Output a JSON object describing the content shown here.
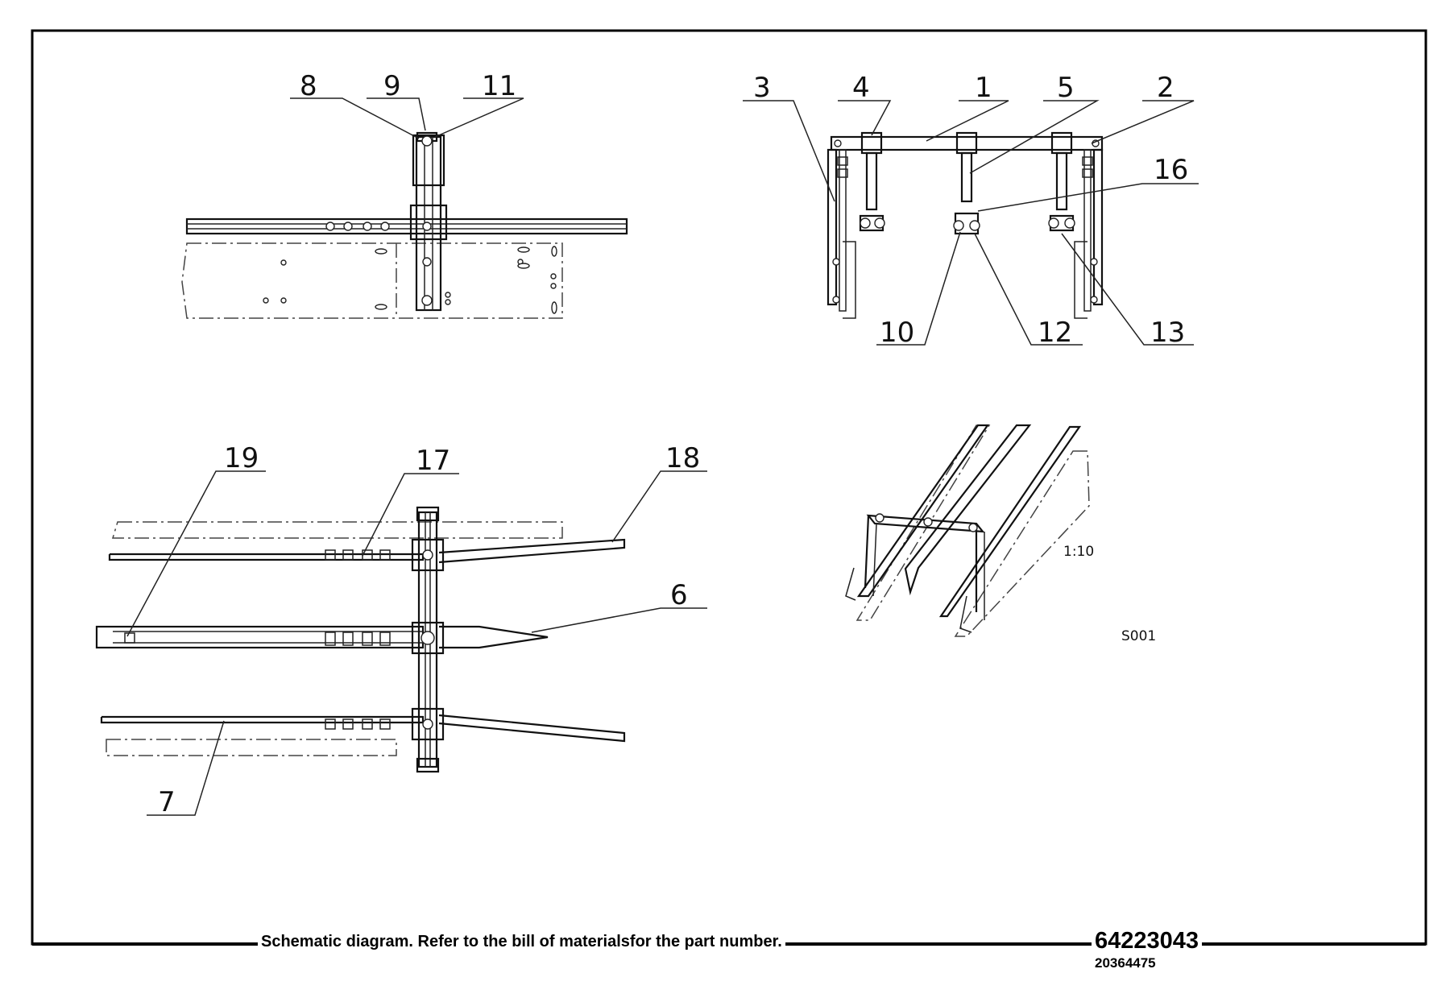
{
  "labels": {
    "l1": "1",
    "l2": "2",
    "l3": "3",
    "l4": "4",
    "l5": "5",
    "l6": "6",
    "l7": "7",
    "l8": "8",
    "l9": "9",
    "l10": "10",
    "l11": "11",
    "l12": "12",
    "l13": "13",
    "l16": "16",
    "l17": "17",
    "l18": "18",
    "l19": "19"
  },
  "scale": "1:10",
  "view_code": "S001",
  "footer": {
    "note": "Schematic diagram. Refer to the bill of materialsfor the part number.",
    "drawing_number": "64223043",
    "sub_number": "20364475"
  }
}
